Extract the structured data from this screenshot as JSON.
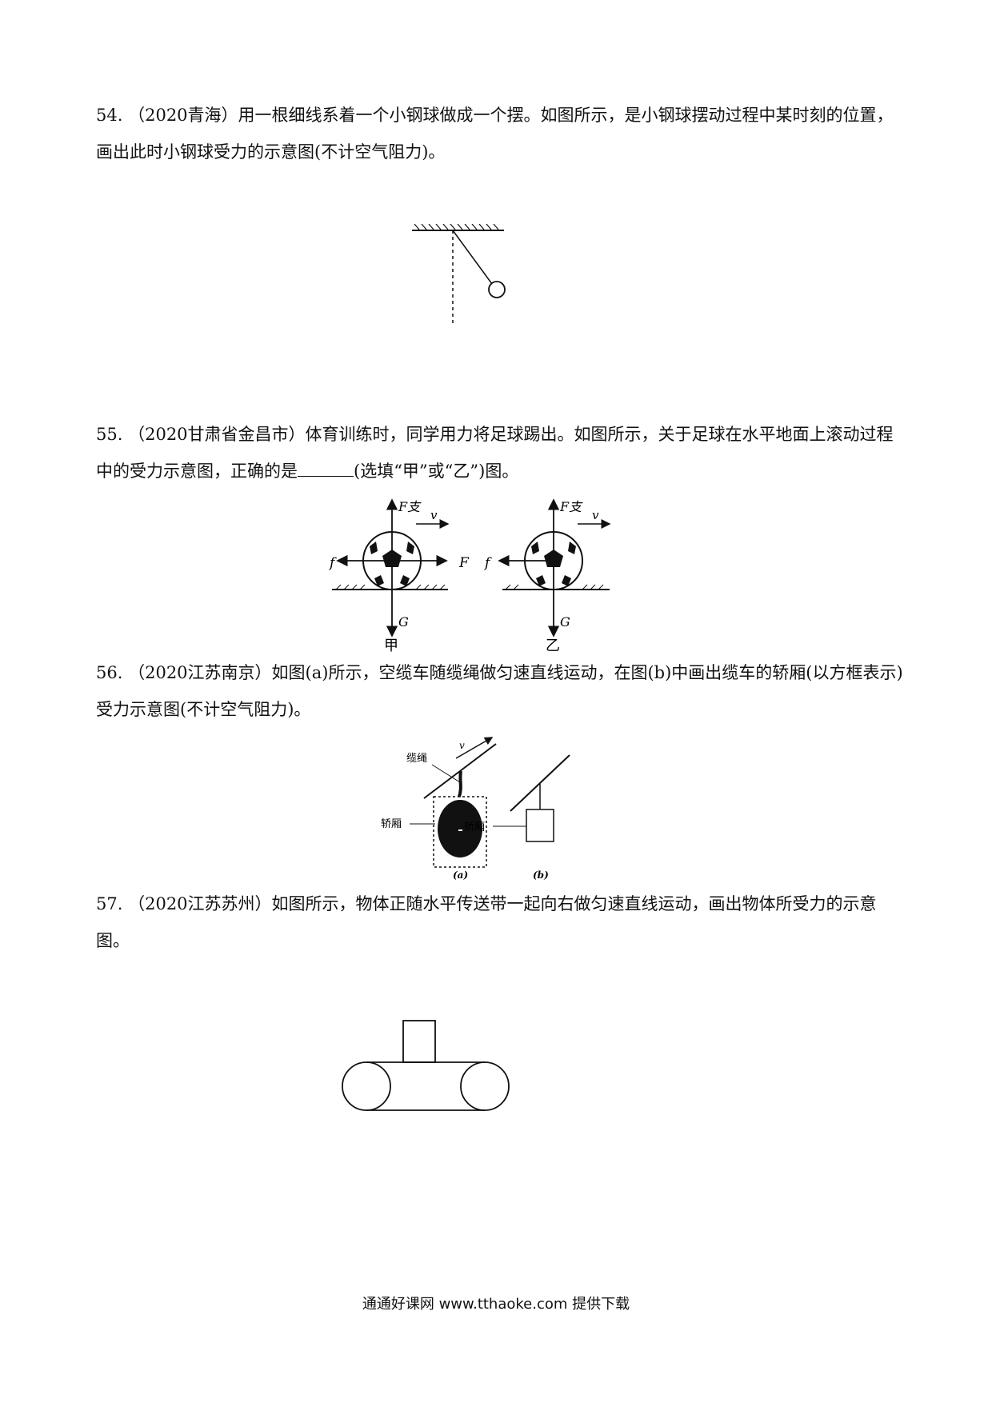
{
  "questions": [
    {
      "number": "54.",
      "text": "（2020青海）用一根细线系着一个小钢球做成一个摆。如图所示，是小钢球摆动过程中某时刻的位置，画出此时小钢球受力的示意图(不计空气阻力)。"
    },
    {
      "number": "55.",
      "text_before_blank": "（2020甘肃省金昌市）体育训练时，同学用力将足球踢出。如图所示，关于足球在水平地面上滚动过程中的受力示意图，正确的是",
      "text_after_blank": "(选填“甲”或“乙”)图。",
      "figure": {
        "left_caption": "甲",
        "right_caption": "乙",
        "label_support": "F支",
        "label_velocity": "v",
        "label_friction": "f",
        "label_force": "F",
        "label_gravity": "G"
      }
    },
    {
      "number": "56.",
      "text": "（2020江苏南京）如图(a)所示，空缆车随缆绳做匀速直线运动，在图(b)中画出缆车的轿厢(以方框表示)受力示意图(不计空气阻力)。",
      "figure": {
        "label_rope": "缆绳",
        "label_cabin_a": "轿厢",
        "label_cabin_b": "轿厢",
        "label_velocity": "v",
        "caption_a": "(a)",
        "caption_b": "(b)"
      }
    },
    {
      "number": "57.",
      "text": "（2020江苏苏州）如图所示，物体正随水平传送带一起向右做匀速直线运动，画出物体所受力的示意图。"
    }
  ],
  "footer": "通通好课网 www.tthaoke.com 提供下载"
}
